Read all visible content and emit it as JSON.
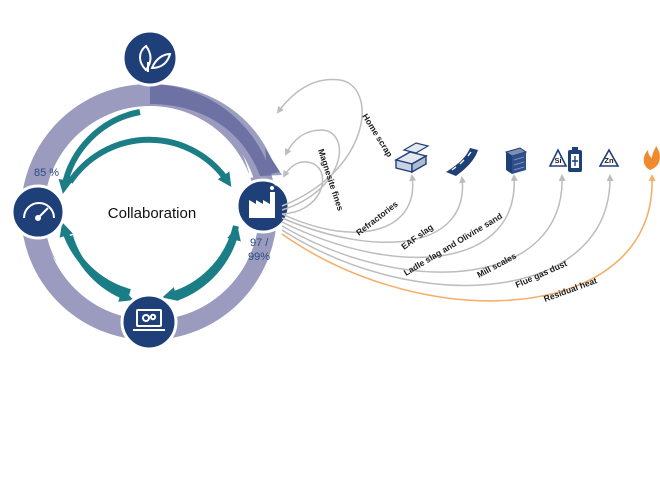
{
  "center_label": "Collaboration",
  "percent_left": "85 %",
  "percent_right_line1": "97 /",
  "percent_right_line2": "99%",
  "streams": [
    "Home scrap",
    "Magnesite fines",
    "Refractories",
    "EAF slag",
    "Ladle slag and Olivine sand",
    "Mill scales",
    "Flue gas dust",
    "Residual heat"
  ],
  "element_symbols": {
    "silicon": "Si",
    "zinc": "Zn"
  },
  "colors": {
    "ring": "#9a9bbf",
    "node": "#1f3f78",
    "teal": "#1b7d86",
    "gray_arrow": "#bdbdbd",
    "heat": "#f4b06a"
  },
  "icons": [
    "leaf-icon",
    "gauge-icon",
    "factory-icon",
    "laptop-icon",
    "steel-bars-icon",
    "road-icon",
    "brick-block-icon",
    "silicon-recycle-icon",
    "battery-icon",
    "zinc-recycle-icon",
    "flame-icon"
  ]
}
